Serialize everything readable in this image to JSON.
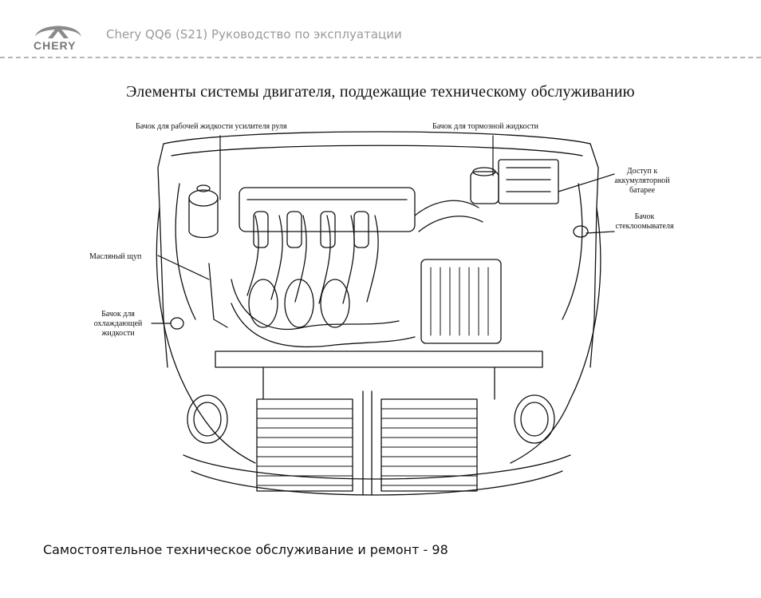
{
  "header": {
    "brand": "CHERY",
    "title": "Chery QQ6 (S21)  Руководство по эксплуатации"
  },
  "page_title": "Элементы системы двигателя, поддежащие техническому обслуживанию",
  "labels": {
    "power_steering": "Бачок для рабочей жидкости усилителя руля",
    "brake_fluid": "Бачок для тормозной жидкости",
    "battery_line1": "Доступ к",
    "battery_line2": "аккумуляторной",
    "battery_line3": "батарее",
    "washer_line1": "Бачок",
    "washer_line2": "стеклоомывателя",
    "dipstick": "Масляный щуп",
    "coolant_line1": "Бачок для",
    "coolant_line2": "охлаждающей",
    "coolant_line3": "жидкости"
  },
  "footer": {
    "text": "Самостоятельное техническое обслуживание и ремонт - 98"
  }
}
